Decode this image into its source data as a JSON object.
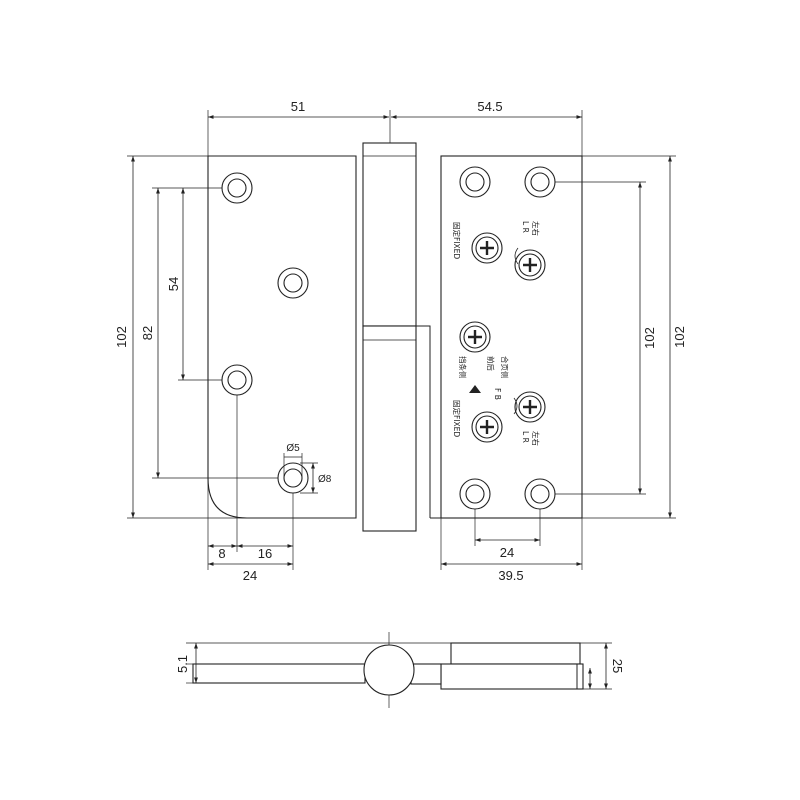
{
  "dimensions": {
    "top_left_width": "51",
    "top_right_width": "54.5",
    "left_height": "102",
    "left_82": "82",
    "left_54": "54",
    "right_inner_height": "102",
    "right_outer_height": "102",
    "bottom_8": "8",
    "bottom_16": "16",
    "bottom_24_left": "24",
    "bottom_24_right": "24",
    "bottom_39_5": "39.5",
    "hole_diameter": "Ø5",
    "countersink_diameter": "Ø8",
    "side_thickness": "5.1",
    "side_height": "25"
  },
  "labels": {
    "lr_cn_top": "左右",
    "lr_en_top": "L R",
    "lr_cn_bottom": "左右",
    "lr_en_bottom": "L R",
    "fixed_top": "固定FIXED",
    "fixed_bottom": "固定FIXED",
    "hinge_col1": "合页侧",
    "hinge_col2": "前后",
    "hinge_col3": "挡条侧",
    "fb": "F B"
  }
}
